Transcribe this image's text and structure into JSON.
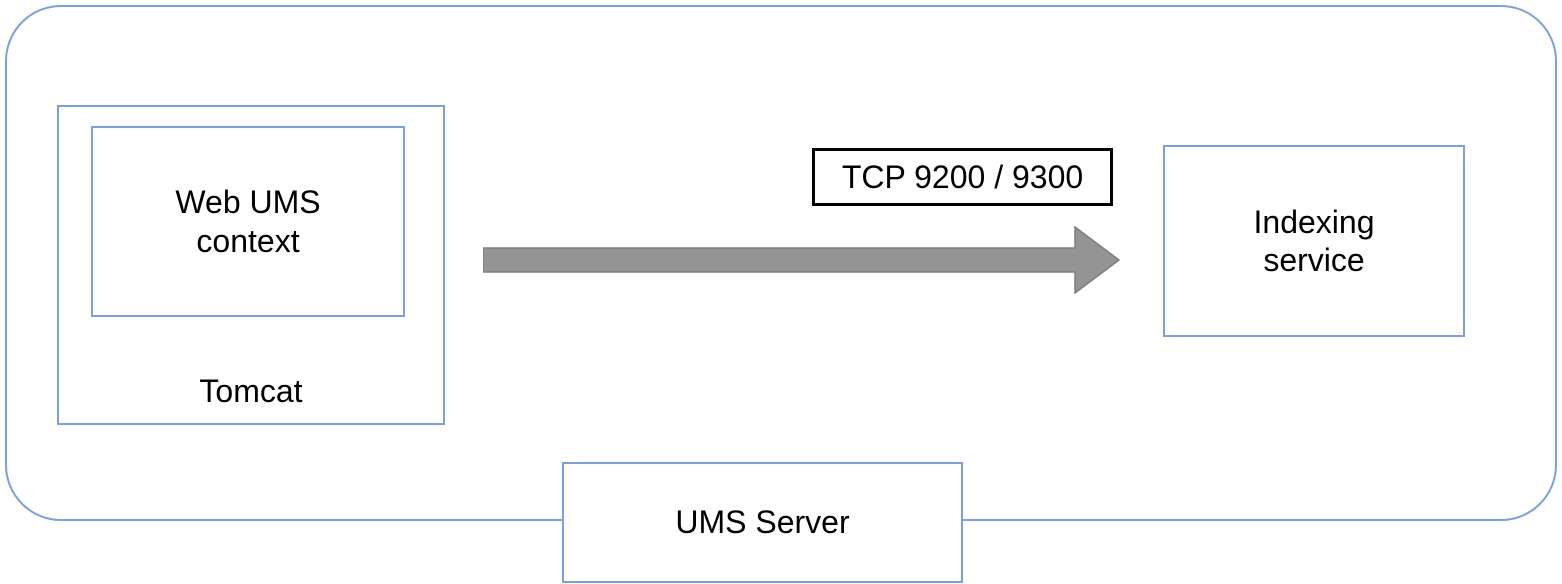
{
  "diagram": {
    "tomcat": {
      "label": "Tomcat",
      "web_ums_context": {
        "lines": {
          "0": "Web UMS",
          "1": "context"
        }
      }
    },
    "connection": {
      "label": "TCP 9200 / 9300",
      "direction": "left-to-right"
    },
    "indexing_service": {
      "lines": {
        "0": "Indexing",
        "1": "service"
      }
    },
    "server": {
      "label": "UMS Server"
    }
  },
  "colors": {
    "box_border": "#7da0dc",
    "arrow_fill": "#949494",
    "arrow_edge": "#7f7f7f",
    "label_border": "#000000",
    "text": "#000000",
    "background": "#ffffff"
  }
}
